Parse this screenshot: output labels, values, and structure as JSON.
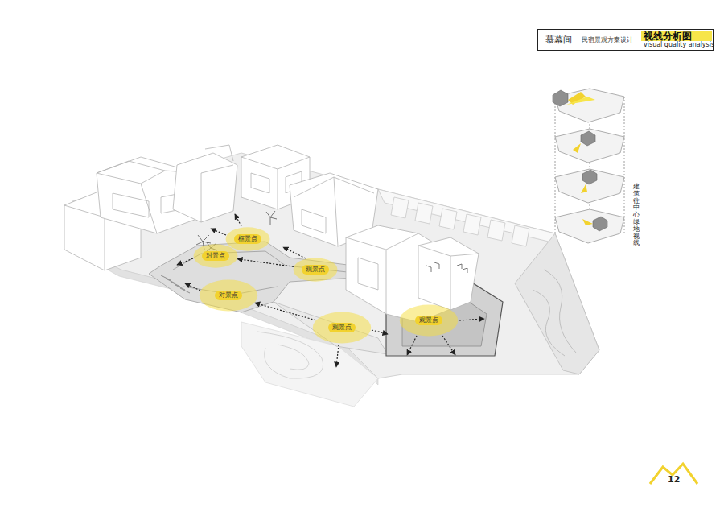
{
  "diagram": {
    "title": "视线分析图",
    "nodes": [
      {
        "text": [
          "慕幕间",
          "民宿景观方案设计"
        ]
      },
      {
        "text": [
          "框景点"
        ]
      },
      {
        "text": [
          "对景点"
        ]
      },
      {
        "text": [
          "观景点"
        ]
      },
      {
        "text": [
          "对景点"
        ]
      },
      {
        "text": [
          "观景点"
        ]
      },
      {
        "text": [
          "观景点"
        ]
      }
    ],
    "edges": [
      {
        "from": 3,
        "to": 2,
        "arrow": "to"
      },
      {
        "from": 5,
        "to": 4,
        "arrow": "to"
      }
    ],
    "labels": [
      "visual quality analysis",
      "建筑往中心绿地视线",
      "12"
    ]
  }
}
